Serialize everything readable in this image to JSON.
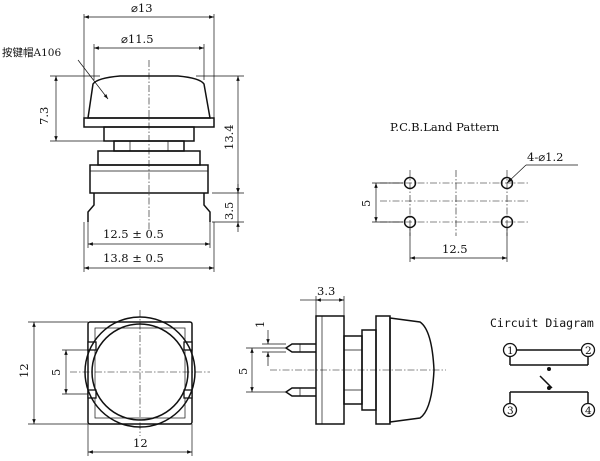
{
  "dimensions": {
    "dia_13": "⌀13",
    "dia_11_5": "⌀11.5",
    "cap_label": "按键帽A106",
    "h_7_3": "7.3",
    "h_13_4": "13.4",
    "h_3_5": "3.5",
    "w_12_5": "12.5 ± 0.5",
    "w_13_8": "13.8 ± 0.5",
    "side_3_3": "3.3",
    "side_1": "1",
    "side_5": "5",
    "bottom_12_w": "12",
    "bottom_12_h": "12",
    "bottom_5": "5"
  },
  "pcb": {
    "title": "P.C.B.Land Pattern",
    "hole_label": "4-⌀1.2",
    "dim_5": "5",
    "dim_12_5": "12.5"
  },
  "circuit": {
    "title": "Circuit Diagram",
    "pin1": "1",
    "pin2": "2",
    "pin3": "3",
    "pin4": "4"
  }
}
